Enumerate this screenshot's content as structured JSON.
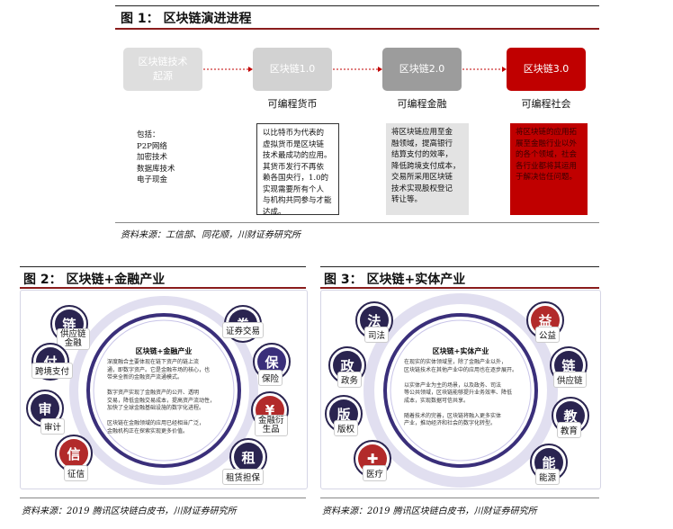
{
  "fig1": {
    "title": "图 1：     区块链演进进程",
    "stages": [
      {
        "label": "区块链技术\n起源",
        "caption": ""
      },
      {
        "label": "区块链1.0",
        "caption": "可编程货币"
      },
      {
        "label": "区块链2.0",
        "caption": "可编程金融"
      },
      {
        "label": "区块链3.0",
        "caption": "可编程社会"
      }
    ],
    "descriptions": [
      "包括：\nP2P网络\n加密技术\n数据库技术\n电子现金",
      "以比特币为代表的\n虚拟货币是区块链\n技术最成功的应用。\n其货币发行不再依\n赖各国央行，1.0的\n实现需要所有个人\n与机构共同参与才能\n达成。",
      "将区块链应用至金\n融领域，提高银行\n结算支付的效率，\n降低跨境支付成本，\n交易所采用区块链\n技术实现股权登记\n转让等。",
      "将区块链的应用拓\n展至金融行业以外\n的各个领域，社会\n各行业都将其运用\n于解决信任问题。"
    ],
    "colors": {
      "stage0": "#dedede",
      "stage1": "#d2d2d2",
      "stage2": "#9c9c9c",
      "stage3": "#c00000",
      "arrow": "#c00000"
    },
    "source": "资料来源：工信部、同花顺，川财证券研究所"
  },
  "fig2": {
    "title": "图 2：     区块链+金融产业",
    "center_title": "区块链+金融产业",
    "center_text": "深度融合主要体现在链下资产的链上流\n通，即数字资产。它是金融市场的核心，也\n带来全新的金融资产流通模式。\n\n数字资产实现了金融资产的公开、透明\n交易，降低金融交易成本，提高资产流动性，\n加快了全球金融基础设施的数字化进程。\n\n区块链在金融领域的应用已经相当广泛，\n金融机构正在探索实现更多价值。",
    "nodes": [
      {
        "label": "供应链\n金融",
        "icon": "链",
        "icon_name": "supply-chain-icon",
        "red": false
      },
      {
        "label": "证券交易",
        "icon": "券",
        "icon_name": "securities-icon",
        "red": false
      },
      {
        "label": "跨境支付",
        "icon": "付",
        "icon_name": "payment-icon",
        "red": false
      },
      {
        "label": "保险",
        "icon": "保",
        "icon_name": "insurance-icon",
        "red": true
      },
      {
        "label": "审计",
        "icon": "审",
        "icon_name": "audit-icon",
        "red": false
      },
      {
        "label": "金融衍\n生品",
        "icon": "¥",
        "icon_name": "derivatives-icon",
        "red": true
      },
      {
        "label": "征信",
        "icon": "信",
        "icon_name": "credit-icon",
        "red": true
      },
      {
        "label": "租赁担保",
        "icon": "租",
        "icon_name": "leasing-icon",
        "red": false
      }
    ],
    "source": "资料来源：2019 腾讯区块链白皮书，川财证券研究所"
  },
  "fig3": {
    "title": "图 3：     区块链+实体产业",
    "center_title": "区块链+实体产业",
    "center_text": "在现实的实体领域里，除了金融产业以外，\n区块链技术在其他产业中的应用也在逐步展开。\n\n以实体产业为主的场景，以及政务、司法\n等公共领域，区块链能够提升业务效率、降低\n成本，实现数据可信共享。\n\n随着技术的完善，区块链将融入更多实体\n产业，推动经济和社会的数字化转型。",
    "nodes": [
      {
        "label": "司法",
        "icon": "法",
        "icon_name": "judicial-icon",
        "red": false
      },
      {
        "label": "公益",
        "icon": "益",
        "icon_name": "charity-icon",
        "red": true
      },
      {
        "label": "政务",
        "icon": "政",
        "icon_name": "government-icon",
        "red": false
      },
      {
        "label": "供应链",
        "icon": "链",
        "icon_name": "supply-chain-icon",
        "red": false
      },
      {
        "label": "版权",
        "icon": "版",
        "icon_name": "copyright-icon",
        "red": false
      },
      {
        "label": "教育",
        "icon": "教",
        "icon_name": "education-icon",
        "red": false
      },
      {
        "label": "医疗",
        "icon": "✚",
        "icon_name": "medical-icon",
        "red": true
      },
      {
        "label": "能源",
        "icon": "能",
        "icon_name": "energy-icon",
        "red": false
      }
    ],
    "source": "资料来源：2019 腾讯区块链白皮书，川财证券研究所"
  }
}
